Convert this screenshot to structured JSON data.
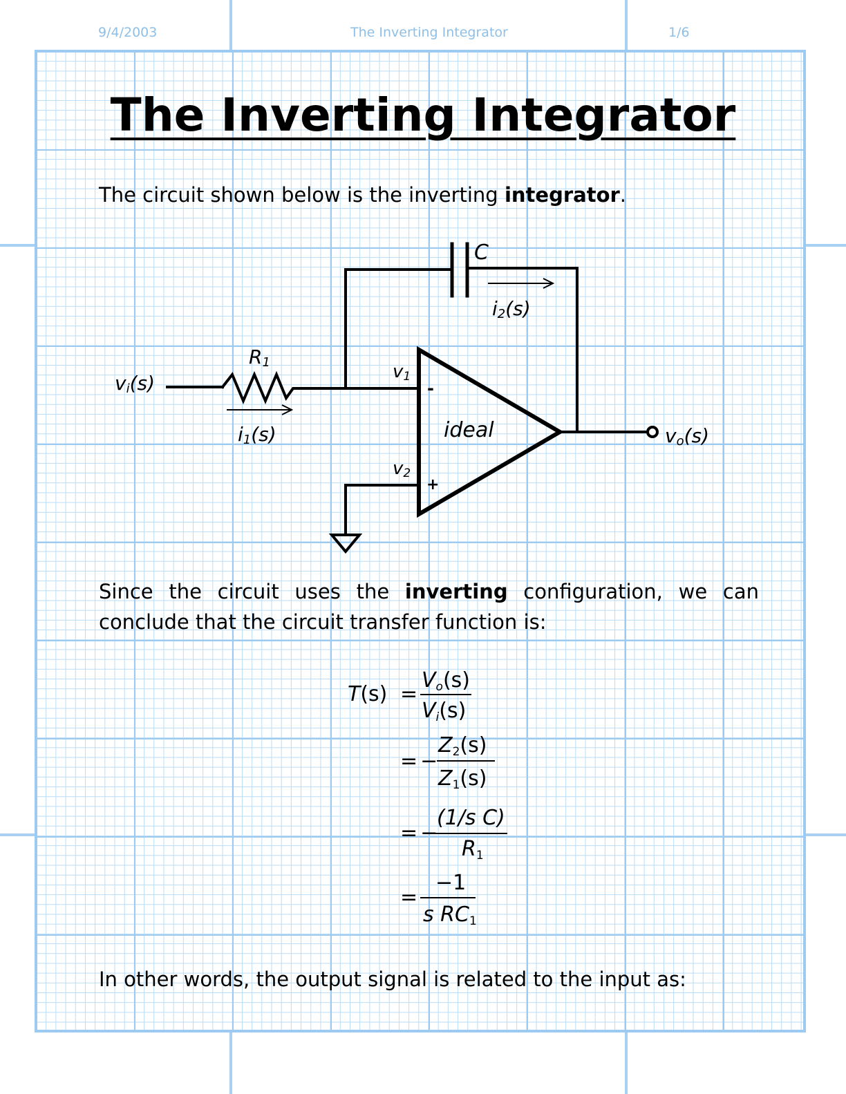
{
  "header": {
    "date": "9/4/2003",
    "title": "The Inverting Integrator",
    "page": "1/6"
  },
  "page_title": "The Inverting Integrator",
  "intro": {
    "before": "The circuit shown below is the inverting ",
    "bold": "integrator",
    "after": "."
  },
  "circuit": {
    "capacitor": "C",
    "current_2": "i",
    "current_2_sub": "2",
    "resistor": "R",
    "resistor_sub": "1",
    "input_voltage": "v",
    "input_voltage_sub": "i",
    "current_1": "i",
    "current_1_sub": "1",
    "node_v1": "v",
    "node_v1_sub": "1",
    "node_v2": "v",
    "node_v2_sub": "2",
    "minus": "-",
    "plus": "+",
    "opamp_label": "ideal",
    "output_voltage": "v",
    "output_voltage_sub": "o",
    "s_arg": "(s)"
  },
  "config_para": {
    "before": "Since the circuit uses the ",
    "bold": "inverting",
    "after": " configuration, we can conclude that the circuit transfer function is:"
  },
  "equation": {
    "lhs": "T",
    "s_arg": "(s)",
    "eq": "=",
    "minus": "−",
    "num1": "V",
    "num1_sub": "o",
    "den1": "V",
    "den1_sub": "i",
    "num2": "Z",
    "num2_sub": "2",
    "den2": "Z",
    "den2_sub": "1",
    "num3": "(1/s C)",
    "den3": "R",
    "den3_sub": "1",
    "num4": "−1",
    "den4": "s RC",
    "den4_sub": "1"
  },
  "closing": "In other words, the output signal is related to the input as:"
}
